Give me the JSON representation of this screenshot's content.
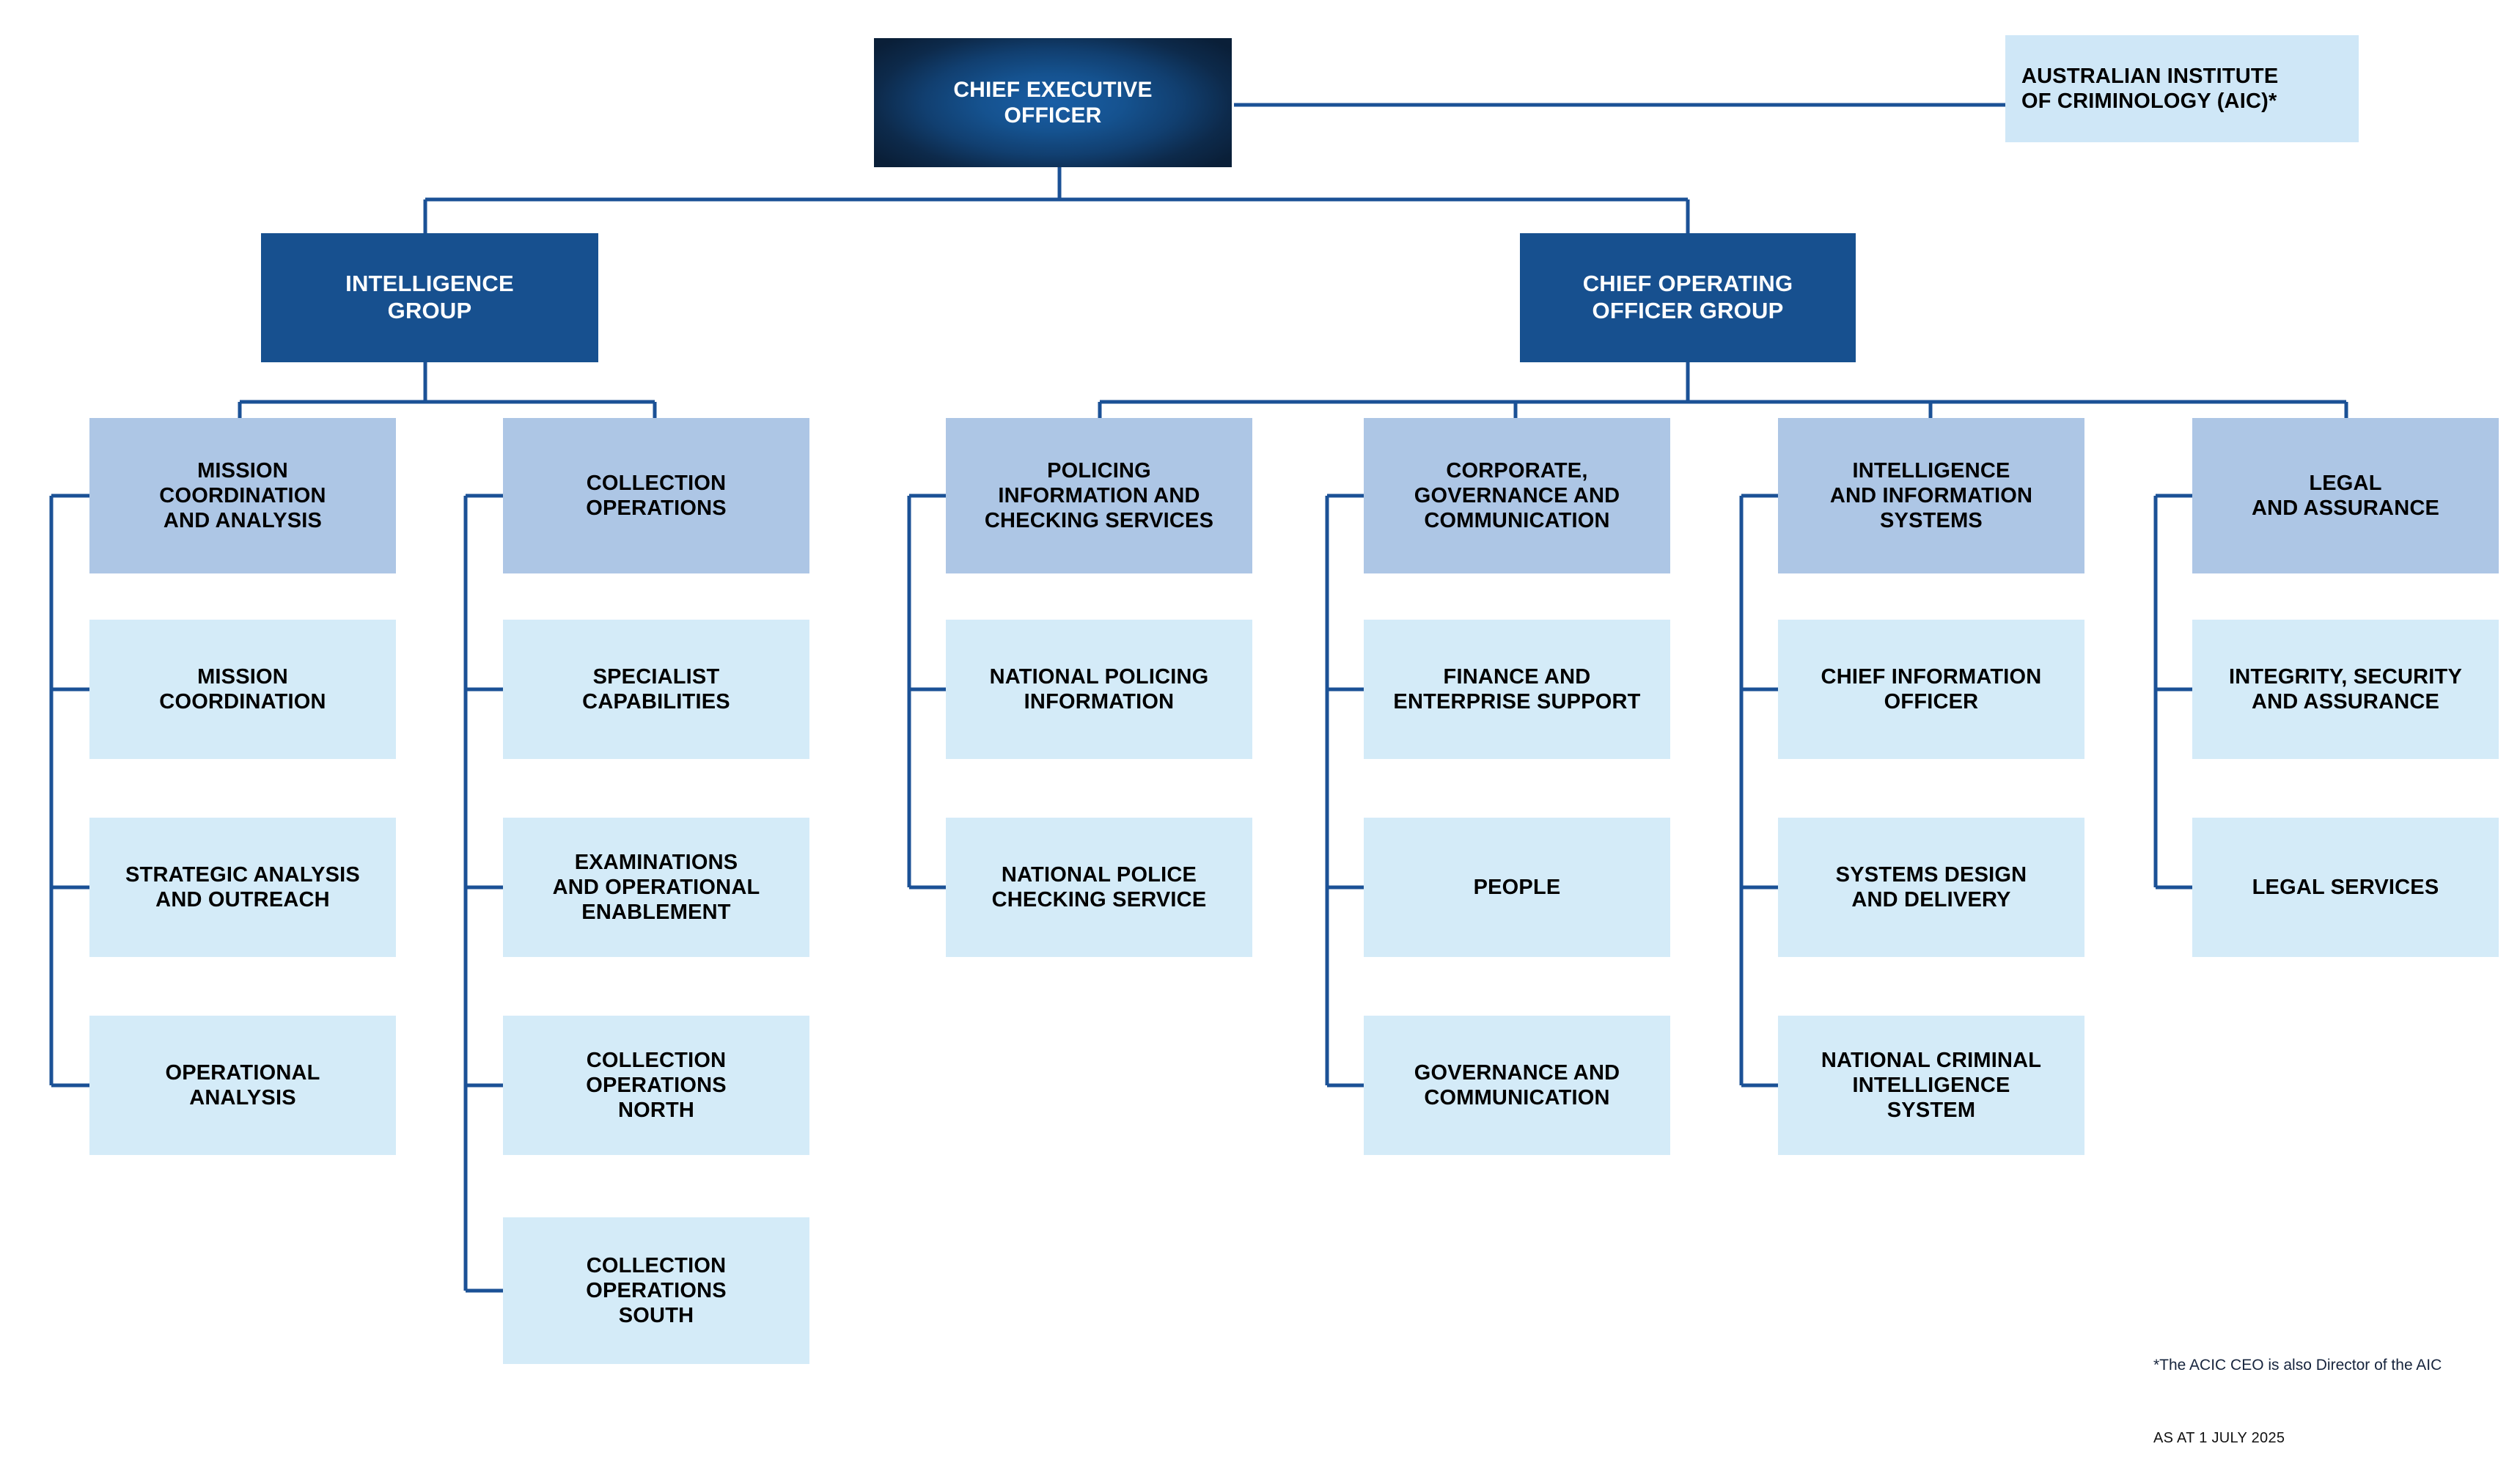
{
  "meta": {
    "accent_line": "#1b5196",
    "ceo_fill_center": "#1a5ea6",
    "ceo_fill_edge": "#0a1f38",
    "group_fill": "#17508f",
    "division_fill": "#adc6e5",
    "branch_fill": "#d4ebf8",
    "aside_fill": "#cfe7f7"
  },
  "ceo": {
    "label": "CHIEF EXECUTIVE\nOFFICER"
  },
  "aside": {
    "label": "AUSTRALIAN INSTITUTE\nOF CRIMINOLOGY (AIC)*"
  },
  "groups": [
    {
      "label": "INTELLIGENCE\nGROUP"
    },
    {
      "label": "CHIEF OPERATING\nOFFICER GROUP"
    }
  ],
  "divisions": [
    {
      "label": "MISSION\nCOORDINATION\nAND ANALYSIS"
    },
    {
      "label": "COLLECTION\nOPERATIONS"
    },
    {
      "label": "POLICING\nINFORMATION AND\nCHECKING SERVICES"
    },
    {
      "label": "CORPORATE,\nGOVERNANCE AND\nCOMMUNICATION"
    },
    {
      "label": "INTELLIGENCE\nAND INFORMATION\nSYSTEMS"
    },
    {
      "label": "LEGAL\nAND ASSURANCE"
    }
  ],
  "branches": {
    "mission_coordination_and_analysis": [
      {
        "label": "MISSION\nCOORDINATION"
      },
      {
        "label": "STRATEGIC ANALYSIS\nAND OUTREACH"
      },
      {
        "label": "OPERATIONAL\nANALYSIS"
      }
    ],
    "collection_operations": [
      {
        "label": "SPECIALIST\nCAPABILITIES"
      },
      {
        "label": "EXAMINATIONS\nAND OPERATIONAL\nENABLEMENT"
      },
      {
        "label": "COLLECTION\nOPERATIONS\nNORTH"
      },
      {
        "label": "COLLECTION\nOPERATIONS\nSOUTH"
      }
    ],
    "policing_information_and_checking_services": [
      {
        "label": "NATIONAL POLICING\nINFORMATION"
      },
      {
        "label": "NATIONAL POLICE\nCHECKING SERVICE"
      }
    ],
    "corporate_governance_and_communication": [
      {
        "label": "FINANCE AND\nENTERPRISE SUPPORT"
      },
      {
        "label": "PEOPLE"
      },
      {
        "label": "GOVERNANCE AND\nCOMMUNICATION"
      }
    ],
    "intelligence_and_information_systems": [
      {
        "label": "CHIEF INFORMATION\nOFFICER"
      },
      {
        "label": "SYSTEMS DESIGN\nAND DELIVERY"
      },
      {
        "label": "NATIONAL CRIMINAL\nINTELLIGENCE\nSYSTEM"
      }
    ],
    "legal_and_assurance": [
      {
        "label": "INTEGRITY, SECURITY\nAND ASSURANCE"
      },
      {
        "label": "LEGAL SERVICES"
      }
    ]
  },
  "footnotes": {
    "aic_note": "*The ACIC CEO is also Director of the AIC",
    "as_at": "AS AT 1 JULY 2025"
  }
}
